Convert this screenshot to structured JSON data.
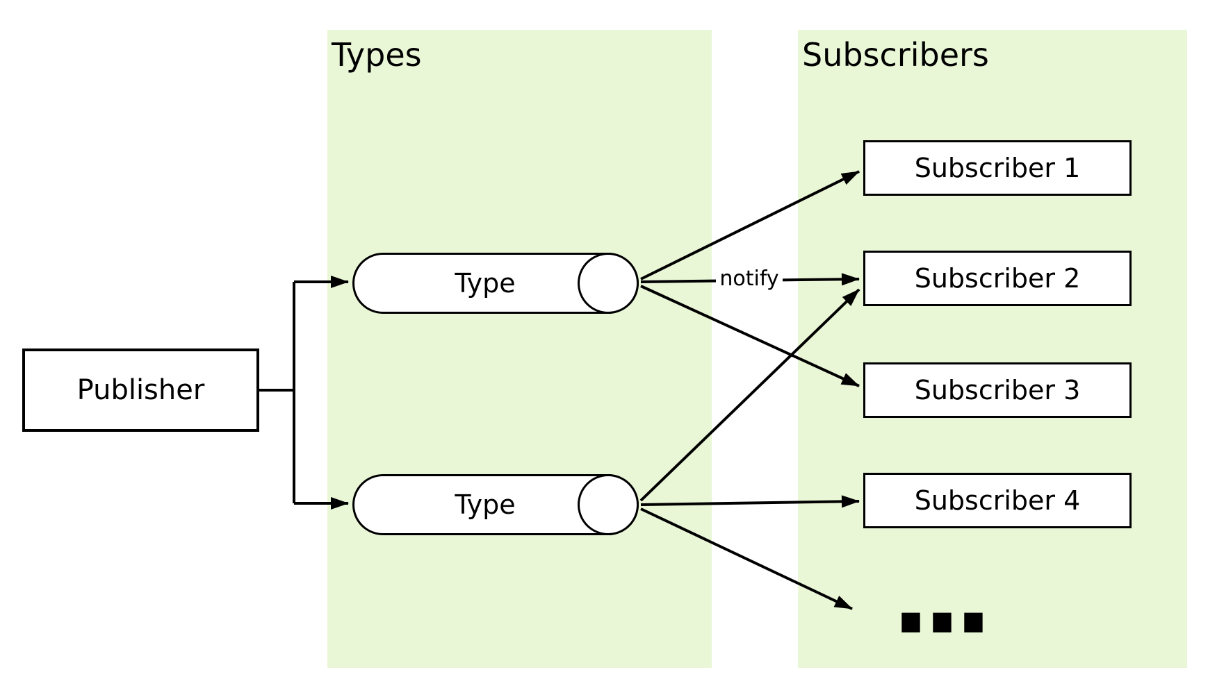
{
  "publisher": {
    "label": "Publisher"
  },
  "panels": {
    "types": {
      "title": "Types"
    },
    "subscribers": {
      "title": "Subscribers"
    }
  },
  "types": [
    {
      "label": "Type"
    },
    {
      "label": "Type"
    }
  ],
  "subscribers": [
    {
      "label": "Subscriber 1"
    },
    {
      "label": "Subscriber 2"
    },
    {
      "label": "Subscriber 3"
    },
    {
      "label": "Subscriber 4"
    }
  ],
  "more_indicator": "...",
  "edges": {
    "notify_label": "notify"
  },
  "colors": {
    "panel_fill": "#eaf7d7",
    "node_fill": "#ffffff",
    "stroke": "#000000",
    "background": "#ffffff"
  }
}
